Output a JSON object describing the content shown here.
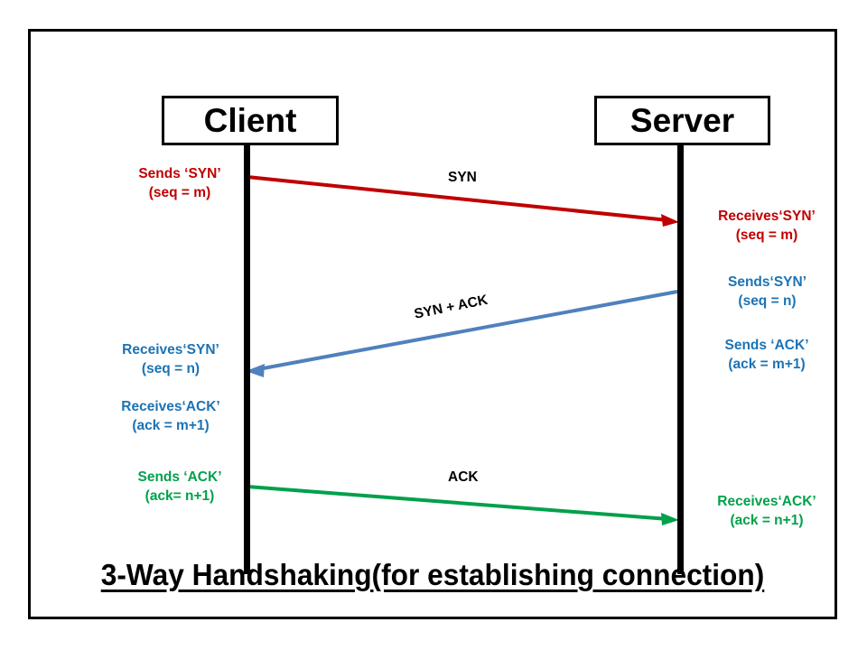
{
  "diagram": {
    "title": "3-Way Handshaking(for establishing connection)",
    "colors": {
      "frame": "#000000",
      "syn": "#C00000",
      "syn_ack": "#4F81BD",
      "syn_ack_text": "#1B73B5",
      "ack": "#00A14B",
      "label": "#000000"
    },
    "nodes": [
      {
        "id": "client",
        "label": "Client"
      },
      {
        "id": "server",
        "label": "Server"
      }
    ],
    "messages": [
      {
        "id": "syn",
        "label": "SYN",
        "direction": "client-to-server",
        "color": "#C00000",
        "source_note": [
          "Sends ‘SYN’",
          "(seq = m)"
        ],
        "target_note": [
          "Receives‘SYN’",
          "(seq = m)"
        ]
      },
      {
        "id": "syn-ack",
        "label": "SYN + ACK",
        "direction": "server-to-client",
        "color": "#4F81BD",
        "source_note": [
          "Sends‘SYN’",
          "(seq = n)",
          "Sends ‘ACK’",
          "(ack = m+1)"
        ],
        "target_note": [
          "Receives‘SYN’",
          "(seq = n)",
          "Receives‘ACK’",
          "(ack = m+1)"
        ]
      },
      {
        "id": "ack",
        "label": "ACK",
        "direction": "client-to-server",
        "color": "#00A14B",
        "source_note": [
          "Sends ‘ACK’",
          "(ack= n+1)"
        ],
        "target_note": [
          "Receives‘ACK’",
          "(ack = n+1)"
        ]
      }
    ],
    "annotations": {
      "client_sends_syn_l1": "Sends ‘SYN’",
      "client_sends_syn_l2": "(seq = m)",
      "server_recv_syn_l1": "Receives‘SYN’",
      "server_recv_syn_l2": "(seq = m)",
      "server_sends_syn_l1": "Sends‘SYN’",
      "server_sends_syn_l2": "(seq = n)",
      "server_sends_ack_l1": "Sends ‘ACK’",
      "server_sends_ack_l2": "(ack = m+1)",
      "client_recv_syn_l1": "Receives‘SYN’",
      "client_recv_syn_l2": "(seq = n)",
      "client_recv_ack_l1": "Receives‘ACK’",
      "client_recv_ack_l2": "(ack = m+1)",
      "client_sends_ack_l1": "Sends ‘ACK’",
      "client_sends_ack_l2": "(ack= n+1)",
      "server_recv_ack_l1": "Receives‘ACK’",
      "server_recv_ack_l2": "(ack = n+1)",
      "msg_syn": "SYN",
      "msg_syn_ack": "SYN + ACK",
      "msg_ack": "ACK"
    }
  }
}
